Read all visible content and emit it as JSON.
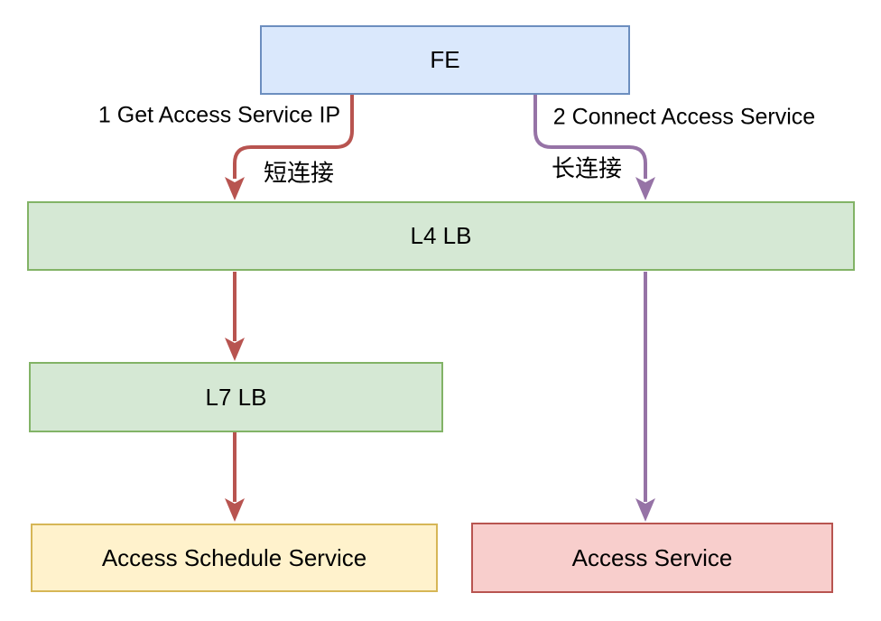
{
  "diagram": {
    "background": "#ffffff",
    "nodes": {
      "fe": {
        "label": "FE",
        "fill": "#dae8fc",
        "stroke": "#6c8ebf"
      },
      "l4lb": {
        "label": "L4 LB",
        "fill": "#d5e8d4",
        "stroke": "#82b366"
      },
      "l7lb": {
        "label": "L7 LB",
        "fill": "#d5e8d4",
        "stroke": "#82b366"
      },
      "schedule": {
        "label": "Access Schedule Service",
        "fill": "#fff2cc",
        "stroke": "#d6b656"
      },
      "access": {
        "label": "Access Service",
        "fill": "#f8cecc",
        "stroke": "#b85450"
      }
    },
    "edges": {
      "short": {
        "color": "#b85450",
        "step_label": "1 Get Access Service IP",
        "type_label": "短连接"
      },
      "long": {
        "color": "#9673a6",
        "step_label": "2 Connect Access Service",
        "type_label": "长连接"
      }
    }
  }
}
